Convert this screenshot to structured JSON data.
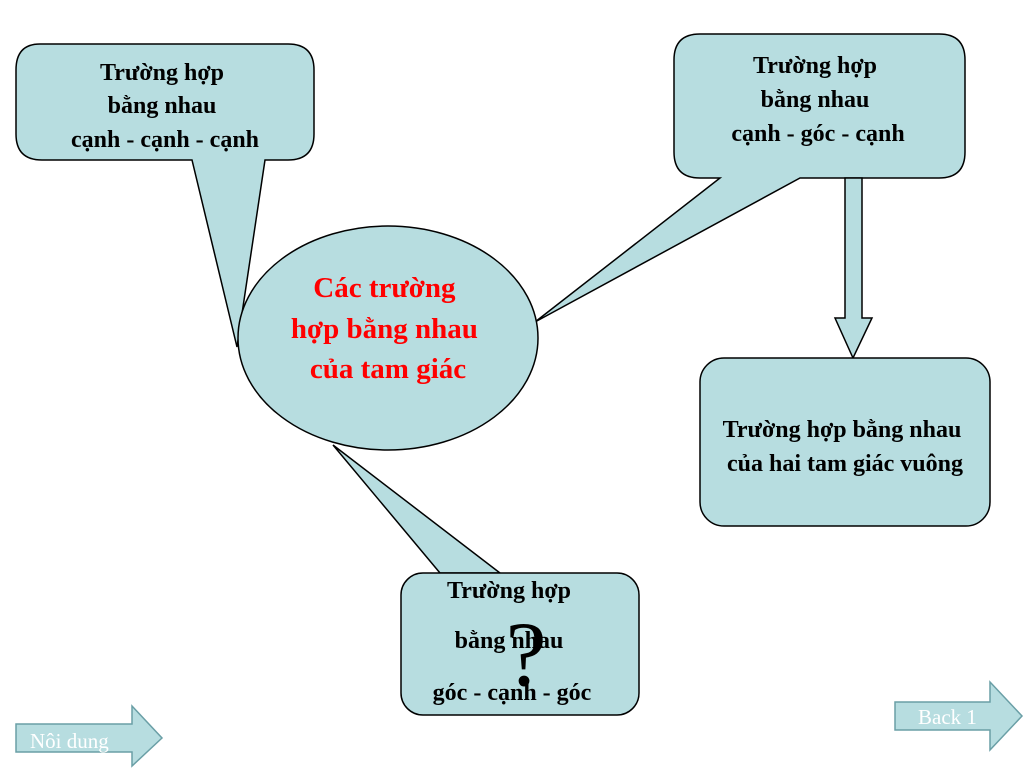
{
  "colors": {
    "bubble_fill": "#b7dde0",
    "stroke": "#000000",
    "center_text": "#ff0000",
    "nav_fill": "#b7dde0",
    "nav_stroke": "#6a9fa6",
    "nav_text": "#ffffff"
  },
  "center": {
    "lines": [
      "Các trường",
      "hợp bằng nhau",
      "của tam giác"
    ]
  },
  "callouts": {
    "ccc": {
      "lines": [
        "Trường hợp",
        "bằng nhau",
        "cạnh - cạnh - cạnh"
      ]
    },
    "cgc": {
      "lines": [
        "Trường hợp",
        "bằng nhau",
        "cạnh - góc - cạnh"
      ]
    },
    "gcg": {
      "lines": [
        "Trường hợp",
        "bằng nhau",
        "góc - cạnh - góc"
      ],
      "overlay": "?"
    },
    "right_triangle": {
      "lines": [
        "Trường hợp bằng nhau",
        "của hai tam giác vuông"
      ]
    }
  },
  "nav": {
    "content": "Nôi dung",
    "back": "Back 1"
  }
}
